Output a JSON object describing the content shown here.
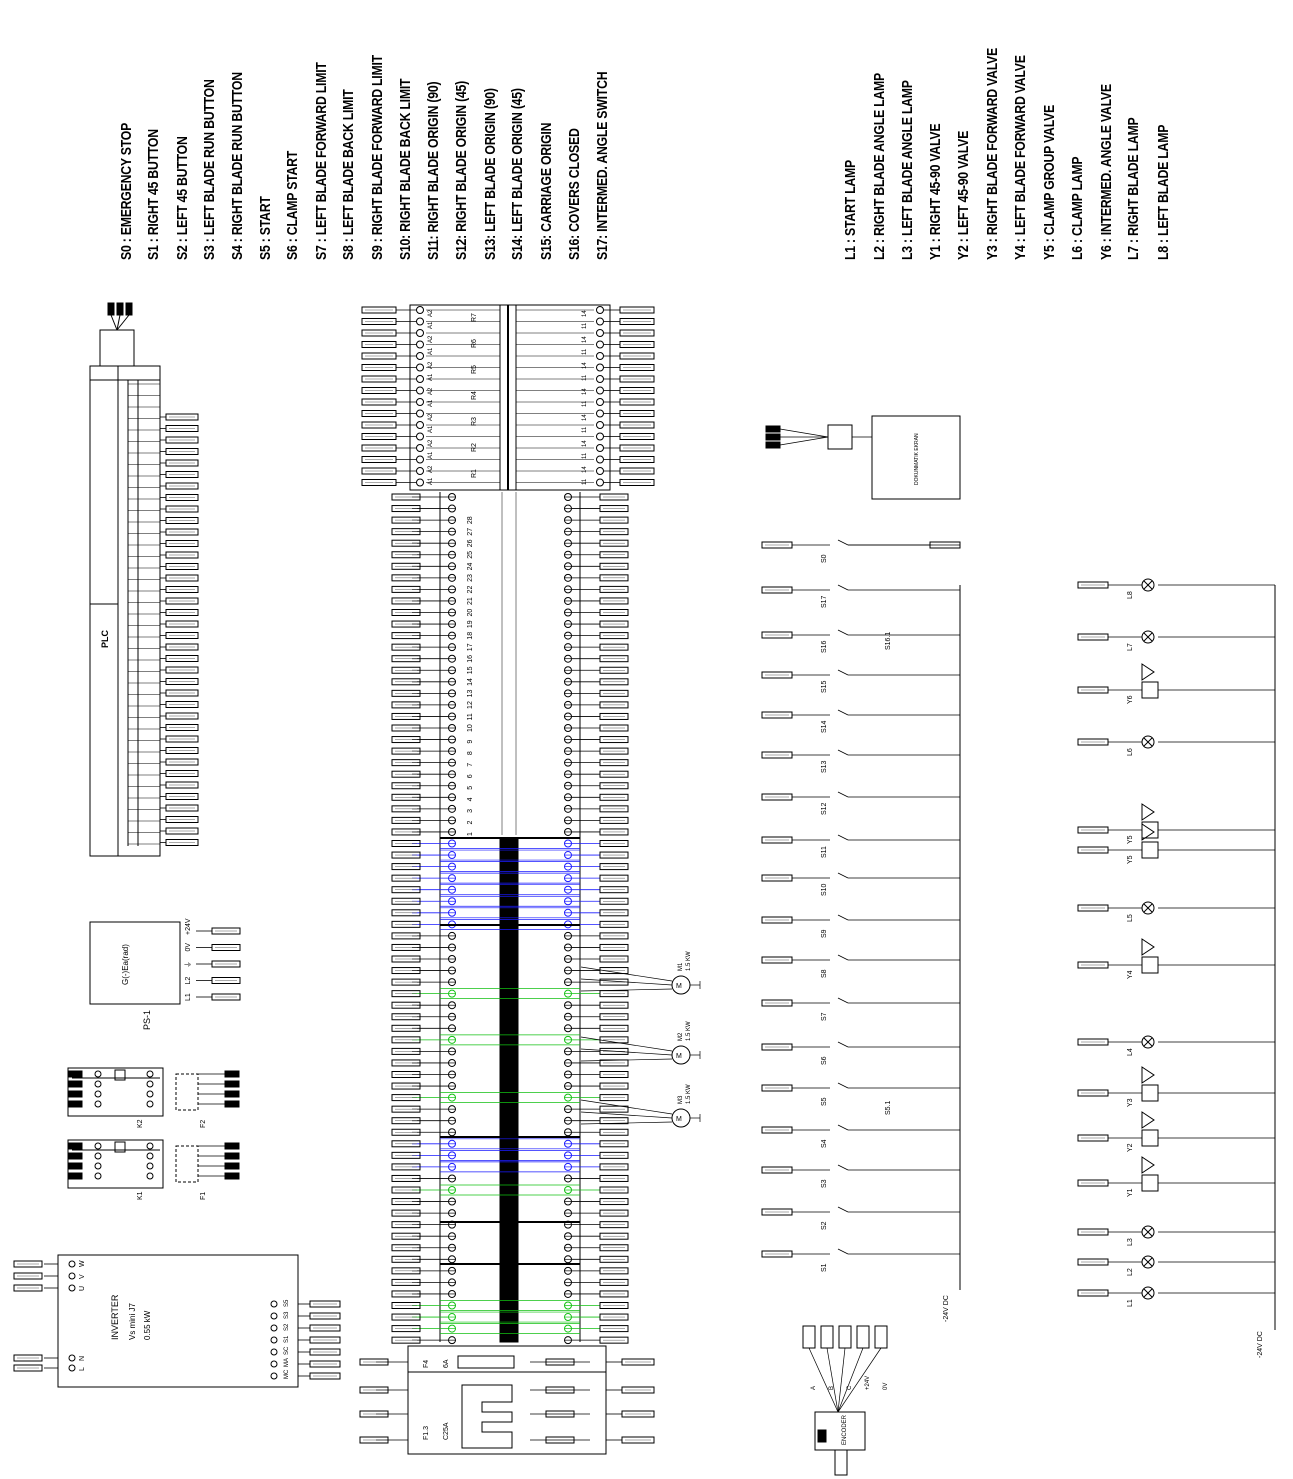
{
  "legend": {
    "inputs": [
      "S0 : EMERGENCY STOP",
      "S1 : RIGHT 45 BUTTON",
      "S2 : LEFT 45 BUTTON",
      "S3 : LEFT BLADE RUN BUTTON",
      "S4 : RIGHT BLADE RUN BUTTON",
      "S5 : START",
      "S6 : CLAMP START",
      "S7 : LEFT BLADE FORWARD LIMIT",
      "S8 : LEFT BLADE BACK LIMIT",
      "S9 : RIGHT BLADE FORWARD LIMIT",
      "S10: RIGHT BLADE BACK LIMIT",
      "S11: RIGHT BLADE ORIGIN (90)",
      "S12: RIGHT BLADE ORIGIN (45)",
      "S13: LEFT BLADE ORIGIN (90)",
      "S14: LEFT BLADE ORIGIN (45)",
      "S15: CARRIAGE ORIGIN",
      "S16: COVERS CLOSED",
      "S17: INTERMED. ANGLE SWITCH"
    ],
    "outputs": [
      "L1 : START LAMP",
      "L2 : RIGHT BLADE ANGLE LAMP",
      "L3 : LEFT BLADE ANGLE LAMP",
      "Y1 : RIGHT 45-90 VALVE",
      "Y2 : LEFT 45-90 VALVE",
      "Y3 : RIGHT BLADE FORWARD VALVE",
      "Y4 : LEFT BLADE FORWARD VALVE",
      "Y5 : CLAMP GROUP VALVE",
      "L6 : CLAMP LAMP",
      "Y6 : INTERMED. ANGLE VALVE",
      "L7 : RIGHT BLADE LAMP",
      "L8 : LEFT BLADE LAMP"
    ]
  },
  "devices": {
    "plc_label": "PLC",
    "power_supply_label": "PS-1",
    "power_supply_terminals": [
      "L1",
      "L2",
      "⏚",
      "0V",
      "+24V"
    ],
    "inverter_title": "INVERTER",
    "inverter_model": "Vs mini J7",
    "inverter_rating": "0.55 kW",
    "inverter_left_terminals": [
      "L",
      "N",
      "U",
      "V",
      "W"
    ],
    "inverter_right_terminals": [
      "MC",
      "MA",
      "SC",
      "S1",
      "S2",
      "S3",
      "S5"
    ],
    "contactor_labels": [
      "K1",
      "K2"
    ],
    "overload_labels": [
      "F1",
      "F2"
    ],
    "fuse_labels": [
      "F1.3",
      "F4"
    ],
    "fuse_ratings": [
      "C25A",
      "6A"
    ],
    "relay_labels": [
      "R1",
      "R2",
      "R3",
      "R4",
      "R5",
      "R6",
      "R7"
    ],
    "motor_labels": [
      "M1",
      "M2",
      "M3"
    ],
    "motor_rating": "1.5 KW",
    "encoder_label": "ENCODER",
    "encoder_wires": [
      "A",
      "B",
      "C",
      "+24V",
      "0V"
    ],
    "display_label": "DOKUNMATIK EKRAN"
  },
  "supply_labels": [
    "-24V DC",
    "-24V DC"
  ],
  "terminal_numbers": [
    "1",
    "2",
    "3",
    "4",
    "5",
    "6",
    "7",
    "8",
    "9",
    "10",
    "11",
    "12",
    "13",
    "14",
    "15",
    "16",
    "17",
    "18",
    "19",
    "20",
    "21",
    "22",
    "23",
    "24",
    "25",
    "26",
    "27",
    "28"
  ],
  "switch_labels": [
    "S0",
    "S1",
    "S2",
    "S3",
    "S4",
    "S5",
    "S5.1",
    "S6",
    "S7",
    "S8",
    "S9",
    "S10",
    "S11",
    "S12",
    "S13",
    "S14",
    "S15",
    "S16",
    "S16.1",
    "S17"
  ],
  "output_labels": [
    "L1",
    "L2",
    "L3",
    "Y1",
    "Y2",
    "Y3",
    "L4",
    "Y4",
    "L5",
    "Y5",
    "Y5",
    "L6",
    "Y6",
    "L7",
    "L8"
  ]
}
